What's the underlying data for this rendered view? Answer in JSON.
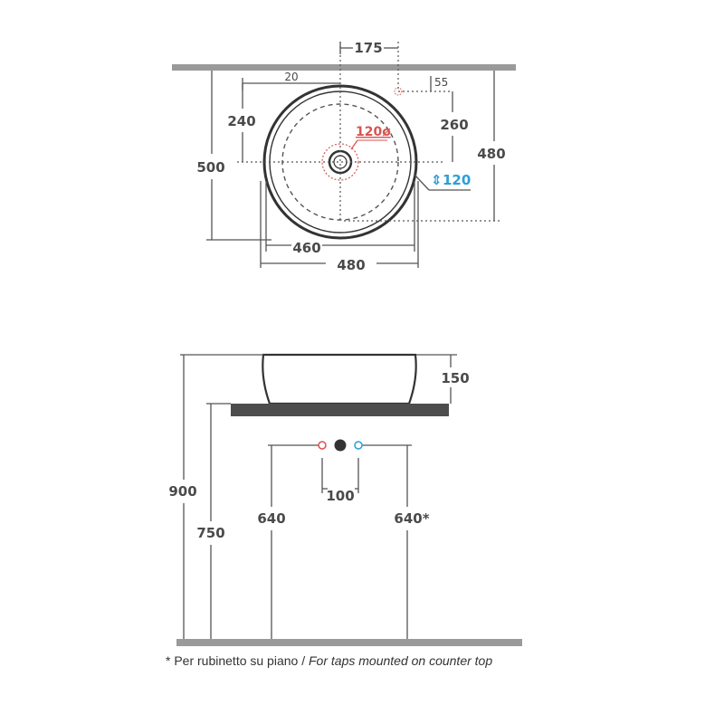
{
  "top_view": {
    "dims": {
      "tap_offset": "175",
      "edge_offset": "20",
      "tap_hole_offset": "55",
      "half_depth_left": "240",
      "half_depth_right": "260",
      "outer_depth": "500",
      "overall_depth": "480",
      "inner_width": "460",
      "outer_width": "480",
      "drain_diameter": "120ø",
      "drain_height": "120"
    }
  },
  "side_view": {
    "dims": {
      "basin_height": "150",
      "total_height": "900",
      "counter_height": "750",
      "wall_tap_height": "640",
      "counter_tap_height": "640*",
      "tap_spacing": "100"
    }
  },
  "footnote": {
    "it": "* Per rubinetto su piano / ",
    "en": "For taps mounted on counter top"
  },
  "colors": {
    "line": "#555555",
    "counter": "#4d4d4d",
    "wall": "#9a9a9a",
    "hot": "#d9534f",
    "cold": "#2b9fd6"
  }
}
